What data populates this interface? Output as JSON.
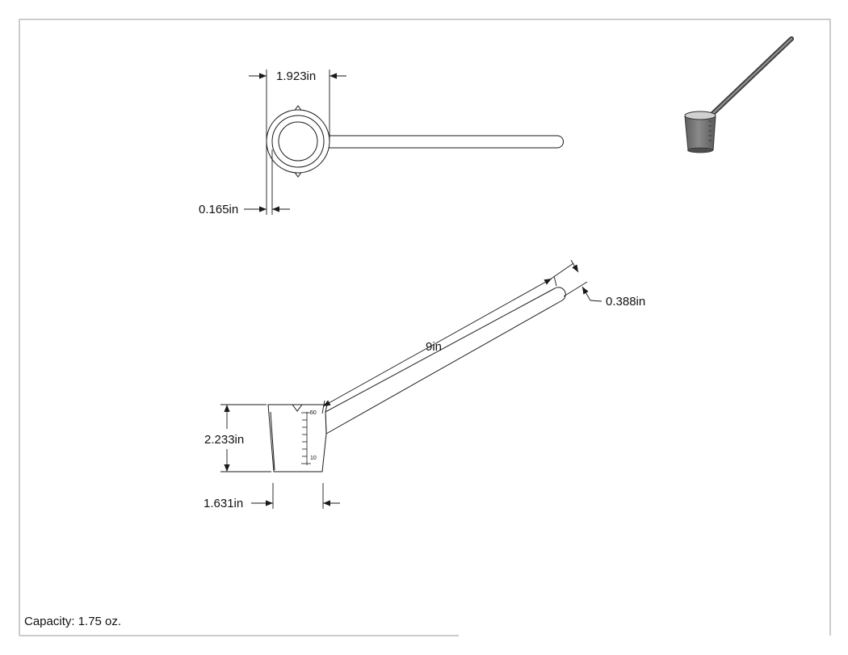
{
  "drawing": {
    "top_view": {
      "width_dimension": "1.923in",
      "wall_dimension": "0.165in"
    },
    "front_view": {
      "handle_length_dimension": "9in",
      "handle_diameter_dimension": "0.388in",
      "cup_height_dimension": "2.233in",
      "cup_width_dimension": "1.631in",
      "scale_labels": [
        "50",
        "10"
      ]
    },
    "note": "Capacity: 1.75 oz."
  },
  "colors": {
    "line": "#1a1a1a",
    "border": "#9a9a9a",
    "shade_dark": "#6e6e6e",
    "shade_light": "#bdbdbd"
  }
}
